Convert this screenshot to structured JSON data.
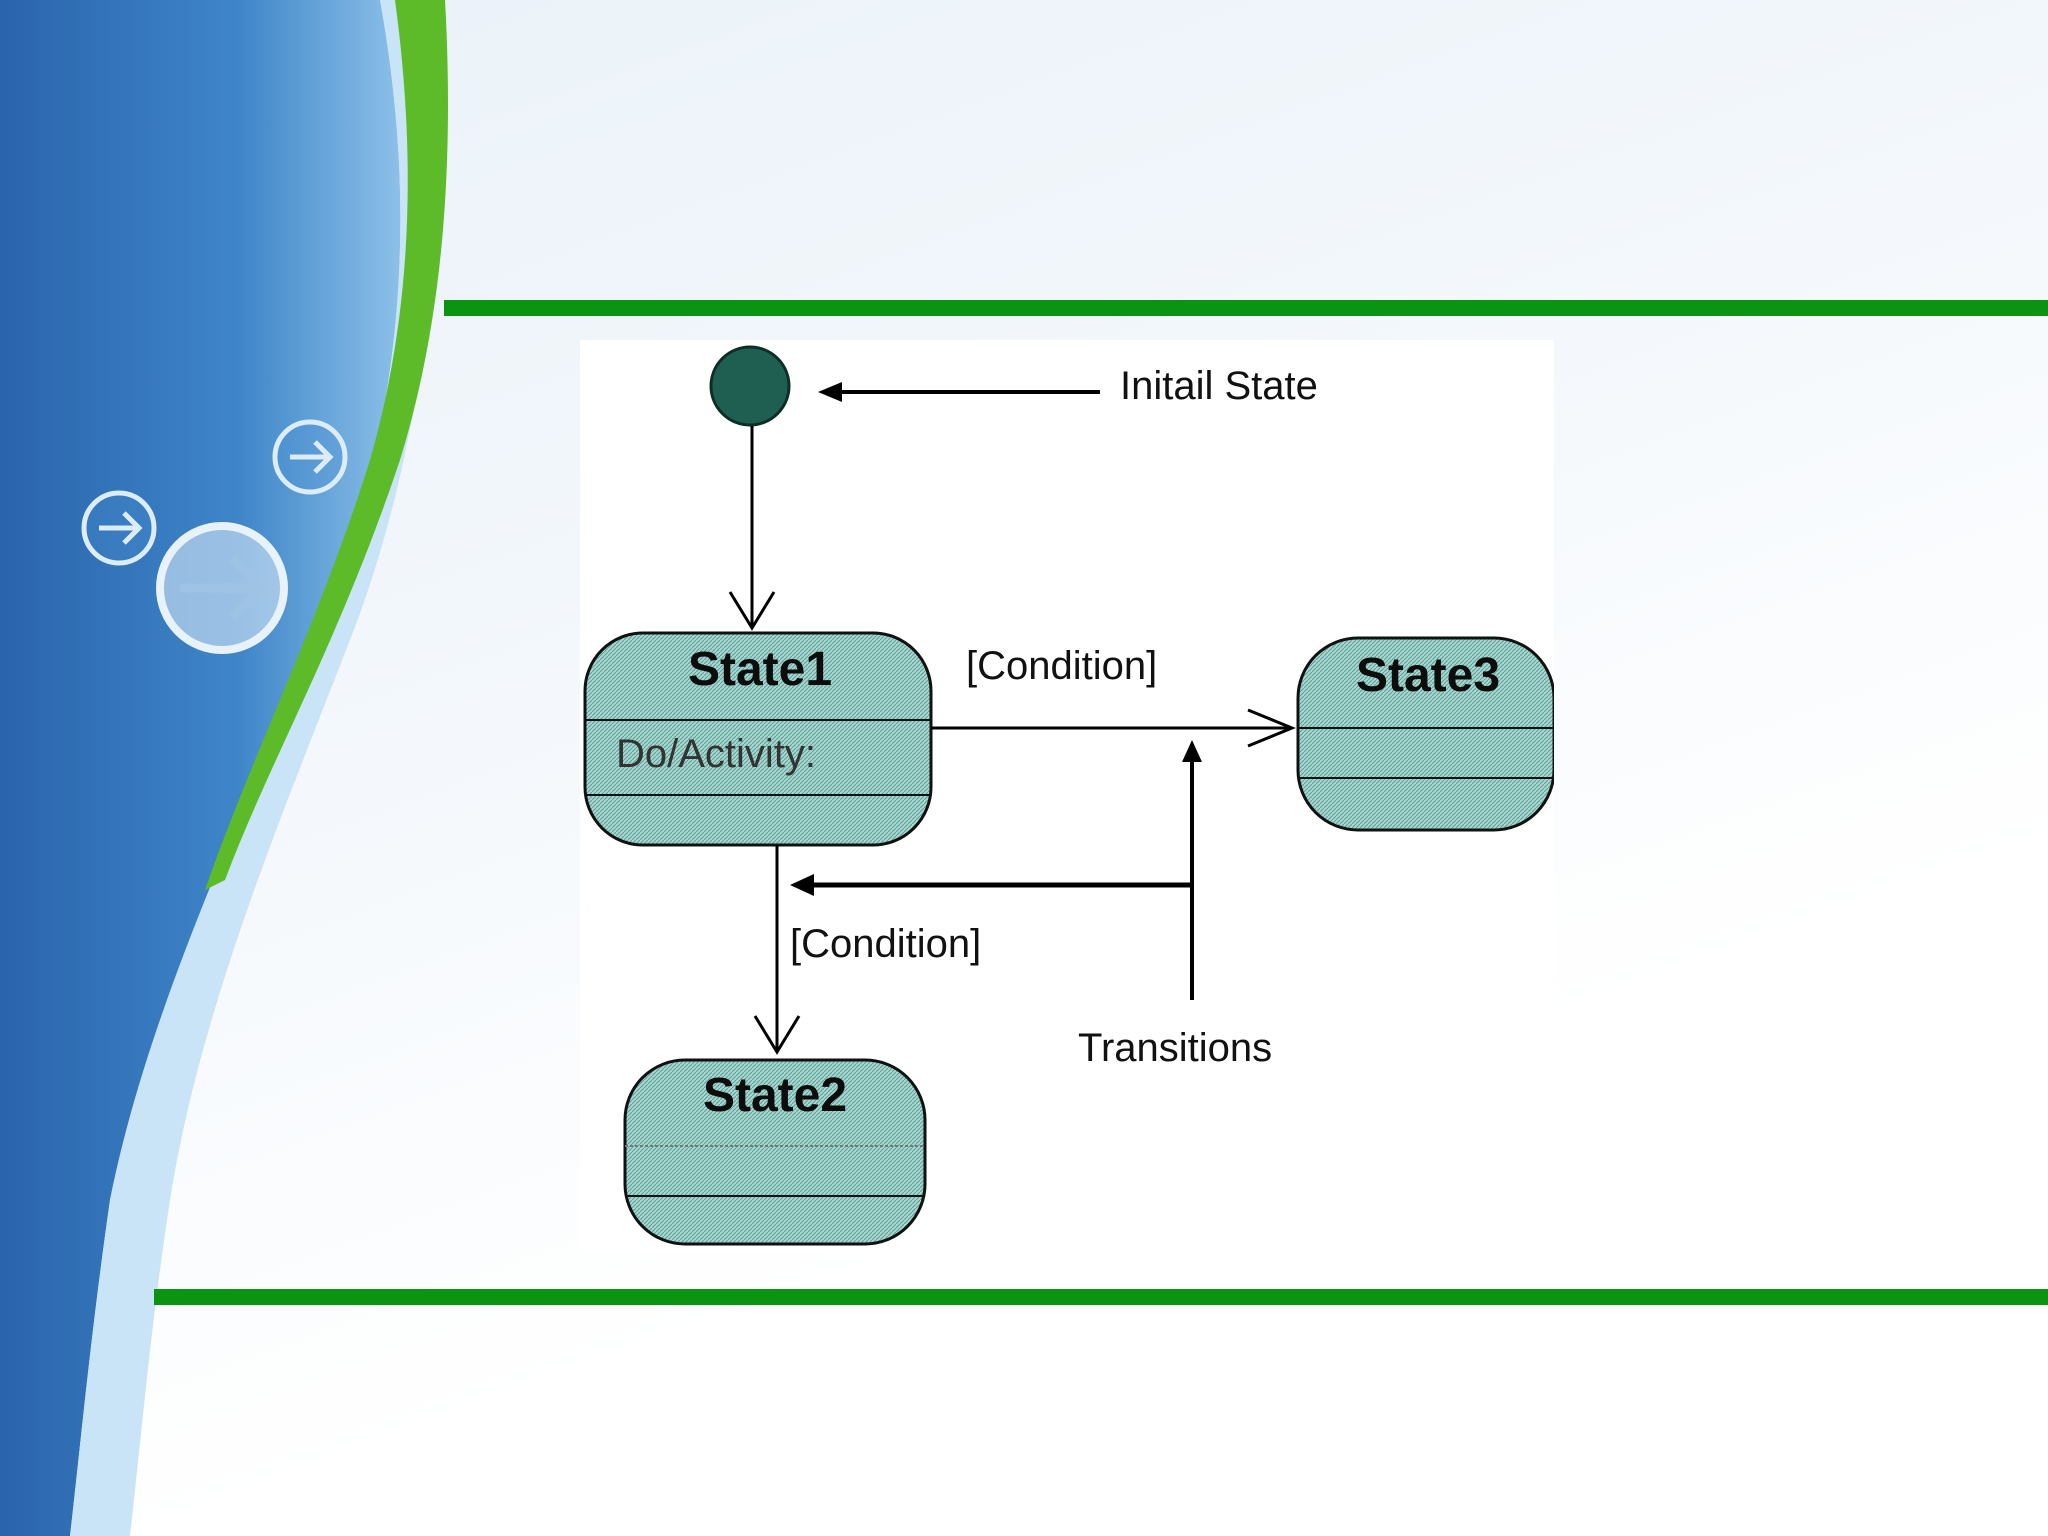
{
  "slide": {
    "accent_color": "#0a9412",
    "background_blue": "#2f6fb5",
    "decor_icons": [
      "arrow-right-circle-icon",
      "arrow-right-circle-icon",
      "arrow-right-circle-icon"
    ]
  },
  "diagram": {
    "initial_state_label": "Initail State",
    "states": [
      {
        "name": "State1",
        "activity": "Do/Activity:"
      },
      {
        "name": "State3",
        "activity": ""
      },
      {
        "name": "State2",
        "activity": ""
      }
    ],
    "conditions": [
      "[Condition]",
      "[Condition]"
    ],
    "transitions_label": "Transitions",
    "state_fill": "#9fd3cc",
    "initial_node_color": "#1f5f52"
  }
}
